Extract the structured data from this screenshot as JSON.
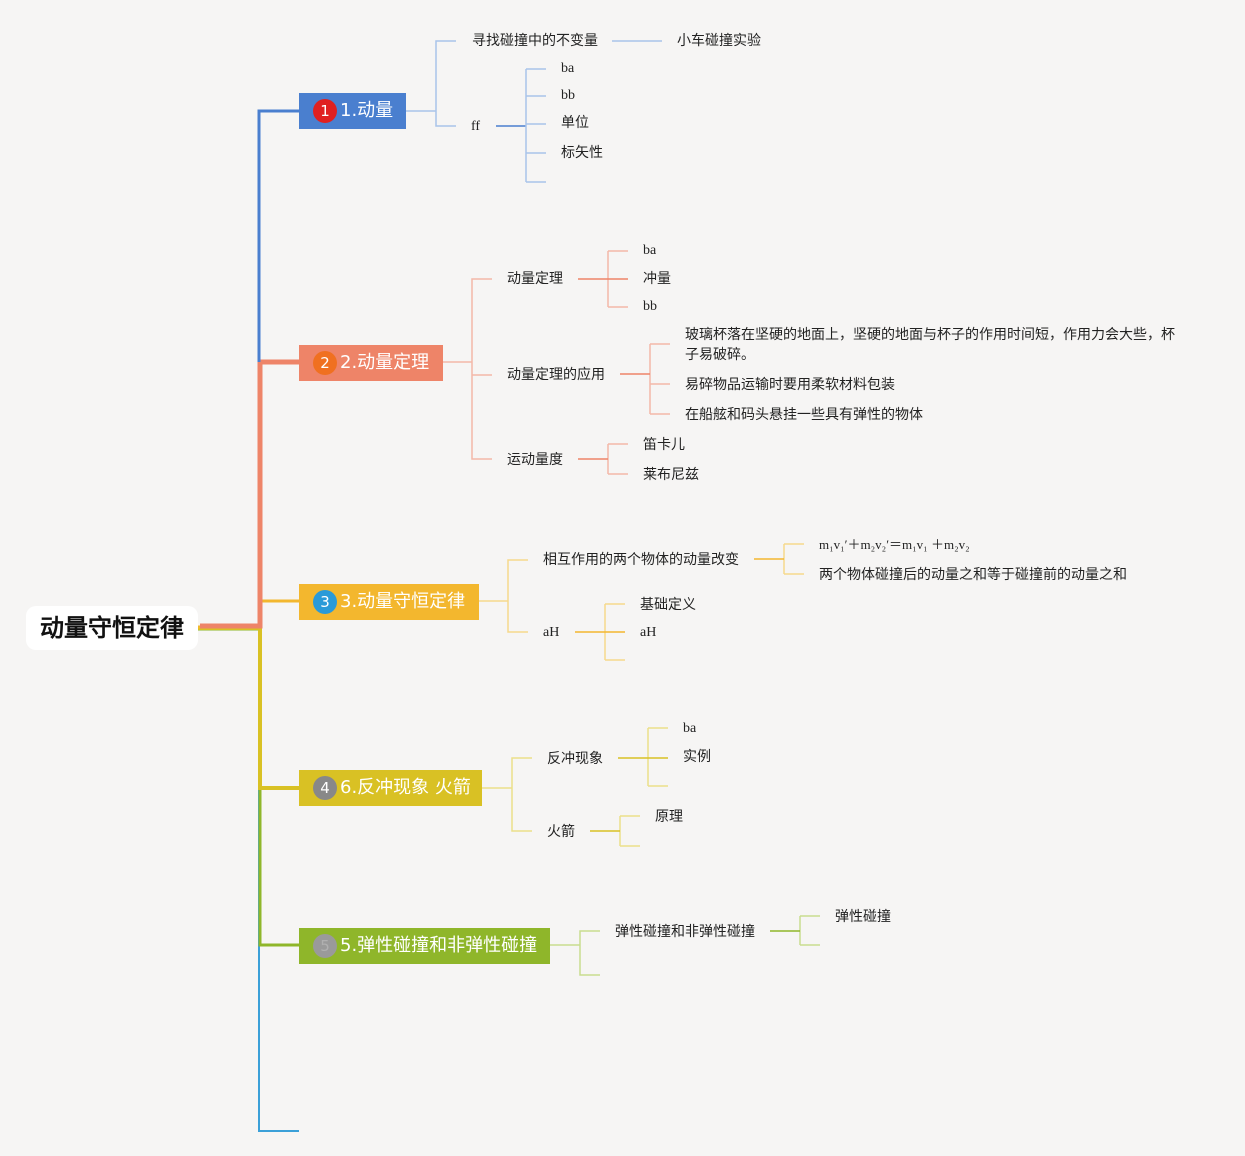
{
  "root": {
    "label": "动量守恒定律"
  },
  "branches": [
    {
      "number": "1",
      "label": "1.动量"
    },
    {
      "number": "2",
      "label": "2.动量定理"
    },
    {
      "number": "3",
      "label": "3.动量守恒定律"
    },
    {
      "number": "4",
      "label": "6.反冲现象 火箭"
    },
    {
      "number": "5",
      "label": "5.弹性碰撞和非弹性碰撞"
    }
  ],
  "b1": {
    "n1": "寻找碰撞中的不变量",
    "n1a": "小车碰撞实验",
    "n2": "ff",
    "c": [
      "ba",
      "bb",
      "单位",
      "标矢性"
    ]
  },
  "b2": {
    "n1": "动量定理",
    "n1c": [
      "ba",
      "冲量",
      "bb"
    ],
    "n2": "动量定理的应用",
    "n2c": [
      "玻璃杯落在坚硬的地面上，坚硬的地面与杯子的作用时间短，作用力会大些，杯子易破碎。",
      "易碎物品运输时要用柔软材料包装",
      "在船舷和码头悬挂一些具有弹性的物体"
    ],
    "n3": "运动量度",
    "n3c": [
      "笛卡儿",
      "莱布尼兹"
    ]
  },
  "b3": {
    "n1": "相互作用的两个物体的动量改变",
    "n1c": [
      "m₁v₁′＋m₂v₂′＝m₁v₁ ＋m₂v₂",
      "两个物体碰撞后的动量之和等于碰撞前的动量之和"
    ],
    "n2": "aH",
    "n2c": [
      "基础定义",
      "aH"
    ]
  },
  "b4": {
    "n1": "反冲现象",
    "n1c": [
      "ba",
      "实例"
    ],
    "n2": "火箭",
    "n2c": [
      "原理"
    ]
  },
  "b5": {
    "n1": "弹性碰撞和非弹性碰撞",
    "n1c": [
      "弹性碰撞"
    ]
  },
  "colors": {
    "b1": "#4a7fcf",
    "b2": "#ee8468",
    "b3": "#f3b72e",
    "b4": "#d9c124",
    "b5": "#8fb62a",
    "tail": "#3ba0d8",
    "b1_light": "#a9c4ea",
    "b2_light": "#f4b8a8",
    "b3_light": "#f6d98b",
    "b4_light": "#ece08a",
    "b5_light": "#c8dd8f"
  }
}
